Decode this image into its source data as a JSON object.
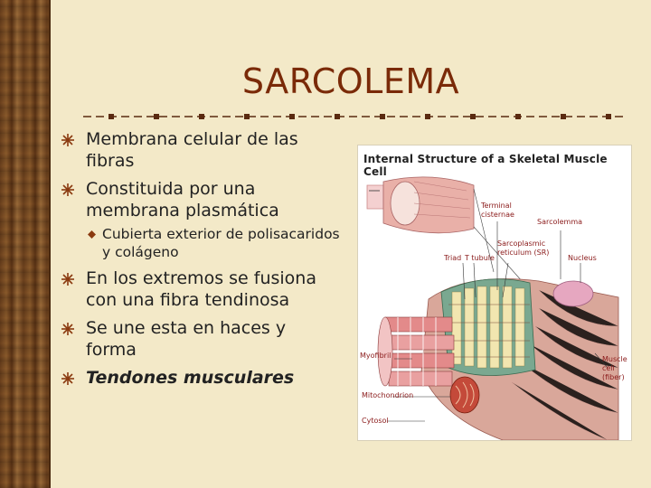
{
  "slide": {
    "title": "SARCOLEMA",
    "bullets": [
      {
        "text": "Membrana celular de las fibras"
      },
      {
        "text": "Constituida por una membrana plasmática"
      },
      {
        "text": "Cubierta exterior de polisacaridos y colágeno"
      },
      {
        "text": "En los extremos se fusiona con una fibra tendinosa"
      },
      {
        "text": "Se une esta en haces y forma"
      },
      {
        "text": "Tendones musculares"
      }
    ]
  },
  "figure": {
    "title": "Internal Structure of a Skeletal Muscle Cell",
    "labels": {
      "terminal_cisternae": "Terminal cisternae",
      "sarcolemma": "Sarcolemma",
      "sarcoplasmic_reticulum": "Sarcoplasmic reticulum (SR)",
      "triad": "Triad",
      "t_tubule": "T tubule",
      "nucleus": "Nucleus",
      "myofibril": "Myofibril",
      "muscle_cell": "Muscle cell (fiber)",
      "mitochondrion": "Mitochondrion",
      "cytosol": "Cytosol"
    }
  },
  "colors": {
    "title": "#7a2a08",
    "bullet_marker": "#8a3a10",
    "background": "#f3e9c8",
    "label_red": "#8a1a1a"
  },
  "icons": {
    "main_bullet": "starburst-bullet-icon",
    "sub_bullet": "diamond-bullet-icon"
  }
}
